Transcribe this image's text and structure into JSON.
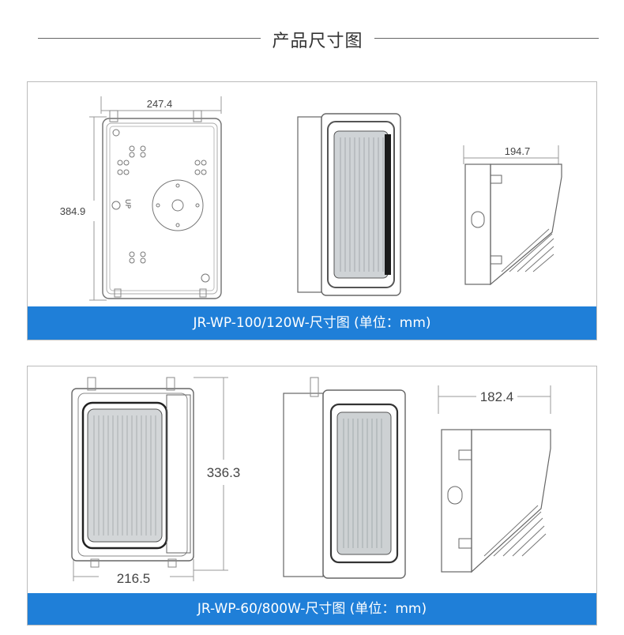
{
  "header": {
    "title": "产品尺寸图"
  },
  "panels": [
    {
      "caption": "JR-WP-100/120W-尺寸图   (单位：mm)",
      "dims": {
        "width": "247.4",
        "height": "384.9",
        "depth": "194.7"
      },
      "plate_text": "UP"
    },
    {
      "caption": "JR-WP-60/800W-尺寸图   (单位：mm)",
      "dims": {
        "height": "336.3",
        "width": "216.5",
        "depth": "182.4"
      }
    }
  ]
}
